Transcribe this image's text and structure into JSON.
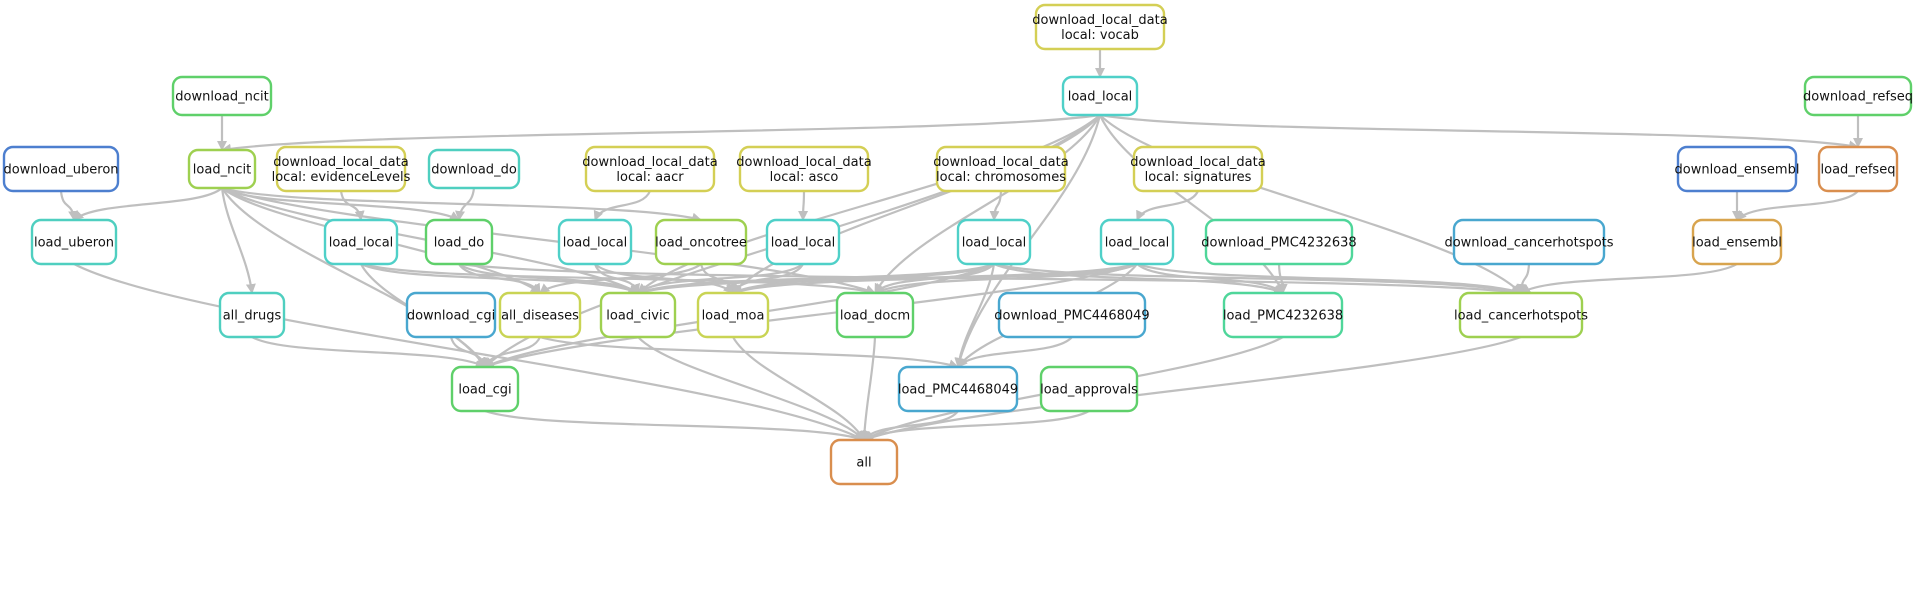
{
  "colors": {
    "edge": "#bfbfbf",
    "yellow": "#d4cf55",
    "teal": "#4fd0c8",
    "green": "#5fd06a",
    "lime": "#9ed050",
    "blue": "#4d7fcf",
    "skyblue": "#49a7cf",
    "orange": "#d98e4e",
    "amber": "#d8a44e",
    "mint": "#4fd69a",
    "teal2": "#4fcfc0",
    "olive": "#c9d454"
  },
  "nodes": [
    {
      "id": "dl_vocab",
      "lines": [
        "download_local_data",
        "local: vocab"
      ],
      "color": "yellow"
    },
    {
      "id": "load_local_main",
      "lines": [
        "load_local"
      ],
      "color": "teal"
    },
    {
      "id": "download_ncit",
      "lines": [
        "download_ncit"
      ],
      "color": "green"
    },
    {
      "id": "download_refseq",
      "lines": [
        "download_refseq"
      ],
      "color": "green"
    },
    {
      "id": "download_uberon",
      "lines": [
        "download_uberon"
      ],
      "color": "blue"
    },
    {
      "id": "load_ncit",
      "lines": [
        "load_ncit"
      ],
      "color": "lime"
    },
    {
      "id": "dl_evidence",
      "lines": [
        "download_local_data",
        "local: evidenceLevels"
      ],
      "color": "yellow"
    },
    {
      "id": "download_do",
      "lines": [
        "download_do"
      ],
      "color": "teal2"
    },
    {
      "id": "dl_aacr",
      "lines": [
        "download_local_data",
        "local: aacr"
      ],
      "color": "yellow"
    },
    {
      "id": "dl_asco",
      "lines": [
        "download_local_data",
        "local: asco"
      ],
      "color": "yellow"
    },
    {
      "id": "dl_chrom",
      "lines": [
        "download_local_data",
        "local: chromosomes"
      ],
      "color": "yellow"
    },
    {
      "id": "dl_sig",
      "lines": [
        "download_local_data",
        "local: signatures"
      ],
      "color": "yellow"
    },
    {
      "id": "download_ensembl",
      "lines": [
        "download_ensembl"
      ],
      "color": "blue"
    },
    {
      "id": "load_refseq",
      "lines": [
        "load_refseq"
      ],
      "color": "orange"
    },
    {
      "id": "load_uberon",
      "lines": [
        "load_uberon"
      ],
      "color": "teal2"
    },
    {
      "id": "ll_evidence",
      "lines": [
        "load_local"
      ],
      "color": "teal"
    },
    {
      "id": "load_do",
      "lines": [
        "load_do"
      ],
      "color": "green"
    },
    {
      "id": "ll_aacr",
      "lines": [
        "load_local"
      ],
      "color": "teal"
    },
    {
      "id": "load_oncotree",
      "lines": [
        "load_oncotree"
      ],
      "color": "lime"
    },
    {
      "id": "ll_asco",
      "lines": [
        "load_local"
      ],
      "color": "teal"
    },
    {
      "id": "ll_chrom",
      "lines": [
        "load_local"
      ],
      "color": "teal"
    },
    {
      "id": "ll_sig",
      "lines": [
        "load_local"
      ],
      "color": "teal"
    },
    {
      "id": "download_PMC4232638",
      "lines": [
        "download_PMC4232638"
      ],
      "color": "mint"
    },
    {
      "id": "download_cancerhotspots",
      "lines": [
        "download_cancerhotspots"
      ],
      "color": "skyblue"
    },
    {
      "id": "load_ensembl",
      "lines": [
        "load_ensembl"
      ],
      "color": "amber"
    },
    {
      "id": "all_drugs",
      "lines": [
        "all_drugs"
      ],
      "color": "teal2"
    },
    {
      "id": "download_cgi",
      "lines": [
        "download_cgi"
      ],
      "color": "skyblue"
    },
    {
      "id": "all_diseases",
      "lines": [
        "all_diseases"
      ],
      "color": "olive"
    },
    {
      "id": "load_civic",
      "lines": [
        "load_civic"
      ],
      "color": "lime"
    },
    {
      "id": "load_moa",
      "lines": [
        "load_moa"
      ],
      "color": "olive"
    },
    {
      "id": "load_docm",
      "lines": [
        "load_docm"
      ],
      "color": "green"
    },
    {
      "id": "download_PMC4468049",
      "lines": [
        "download_PMC4468049"
      ],
      "color": "skyblue"
    },
    {
      "id": "load_PMC4232638",
      "lines": [
        "load_PMC4232638"
      ],
      "color": "mint"
    },
    {
      "id": "load_cancerhotspots",
      "lines": [
        "load_cancerhotspots"
      ],
      "color": "lime"
    },
    {
      "id": "load_cgi",
      "lines": [
        "load_cgi"
      ],
      "color": "green"
    },
    {
      "id": "load_PMC4468049",
      "lines": [
        "load_PMC4468049"
      ],
      "color": "skyblue"
    },
    {
      "id": "load_approvals",
      "lines": [
        "load_approvals"
      ],
      "color": "green"
    },
    {
      "id": "all",
      "lines": [
        "all"
      ],
      "color": "orange"
    }
  ],
  "edges": [
    [
      "dl_vocab",
      "load_local_main"
    ],
    [
      "download_ncit",
      "load_ncit"
    ],
    [
      "download_refseq",
      "load_refseq"
    ],
    [
      "download_uberon",
      "load_uberon"
    ],
    [
      "load_local_main",
      "load_ncit"
    ],
    [
      "load_local_main",
      "load_refseq"
    ],
    [
      "load_local_main",
      "load_cgi"
    ],
    [
      "load_local_main",
      "load_civic"
    ],
    [
      "load_local_main",
      "load_moa"
    ],
    [
      "load_local_main",
      "load_docm"
    ],
    [
      "load_local_main",
      "load_PMC4232638"
    ],
    [
      "load_local_main",
      "load_cancerhotspots"
    ],
    [
      "load_local_main",
      "load_PMC4468049"
    ],
    [
      "load_ncit",
      "load_uberon"
    ],
    [
      "load_ncit",
      "load_do"
    ],
    [
      "load_ncit",
      "load_oncotree"
    ],
    [
      "load_ncit",
      "all_drugs"
    ],
    [
      "load_ncit",
      "all_diseases"
    ],
    [
      "load_ncit",
      "load_civic"
    ],
    [
      "load_ncit",
      "load_docm"
    ],
    [
      "load_ncit",
      "load_cgi"
    ],
    [
      "dl_evidence",
      "ll_evidence"
    ],
    [
      "download_do",
      "load_do"
    ],
    [
      "dl_aacr",
      "ll_aacr"
    ],
    [
      "dl_asco",
      "ll_asco"
    ],
    [
      "dl_chrom",
      "ll_chrom"
    ],
    [
      "dl_sig",
      "ll_sig"
    ],
    [
      "download_ensembl",
      "load_ensembl"
    ],
    [
      "load_refseq",
      "load_ensembl"
    ],
    [
      "load_ensembl",
      "load_cancerhotspots"
    ],
    [
      "download_PMC4232638",
      "load_PMC4232638"
    ],
    [
      "download_cancerhotspots",
      "load_cancerhotspots"
    ],
    [
      "load_uberon",
      "all"
    ],
    [
      "ll_evidence",
      "load_cgi"
    ],
    [
      "ll_evidence",
      "load_civic"
    ],
    [
      "ll_evidence",
      "load_docm"
    ],
    [
      "load_do",
      "all_diseases"
    ],
    [
      "load_do",
      "load_civic"
    ],
    [
      "load_do",
      "load_cancerhotspots"
    ],
    [
      "ll_aacr",
      "load_civic"
    ],
    [
      "ll_aacr",
      "load_moa"
    ],
    [
      "load_oncotree",
      "all_diseases"
    ],
    [
      "load_oncotree",
      "load_moa"
    ],
    [
      "ll_asco",
      "load_civic"
    ],
    [
      "ll_asco",
      "load_moa"
    ],
    [
      "ll_chrom",
      "load_civic"
    ],
    [
      "ll_chrom",
      "load_moa"
    ],
    [
      "ll_chrom",
      "load_docm"
    ],
    [
      "ll_chrom",
      "load_PMC4468049"
    ],
    [
      "ll_chrom",
      "load_PMC4232638"
    ],
    [
      "ll_chrom",
      "load_cancerhotspots"
    ],
    [
      "ll_chrom",
      "load_cgi"
    ],
    [
      "ll_sig",
      "load_civic"
    ],
    [
      "ll_sig",
      "load_moa"
    ],
    [
      "ll_sig",
      "load_docm"
    ],
    [
      "ll_sig",
      "load_PMC4468049"
    ],
    [
      "ll_sig",
      "load_PMC4232638"
    ],
    [
      "ll_sig",
      "load_cancerhotspots"
    ],
    [
      "ll_sig",
      "load_cgi"
    ],
    [
      "all_drugs",
      "load_cgi"
    ],
    [
      "download_cgi",
      "load_cgi"
    ],
    [
      "all_diseases",
      "load_cgi"
    ],
    [
      "all_diseases",
      "load_PMC4468049"
    ],
    [
      "load_civic",
      "all"
    ],
    [
      "load_moa",
      "all"
    ],
    [
      "load_docm",
      "all"
    ],
    [
      "download_PMC4468049",
      "load_PMC4468049"
    ],
    [
      "load_PMC4232638",
      "all"
    ],
    [
      "load_cancerhotspots",
      "all"
    ],
    [
      "load_cgi",
      "all"
    ],
    [
      "load_PMC4468049",
      "all"
    ],
    [
      "load_approvals",
      "all"
    ]
  ]
}
